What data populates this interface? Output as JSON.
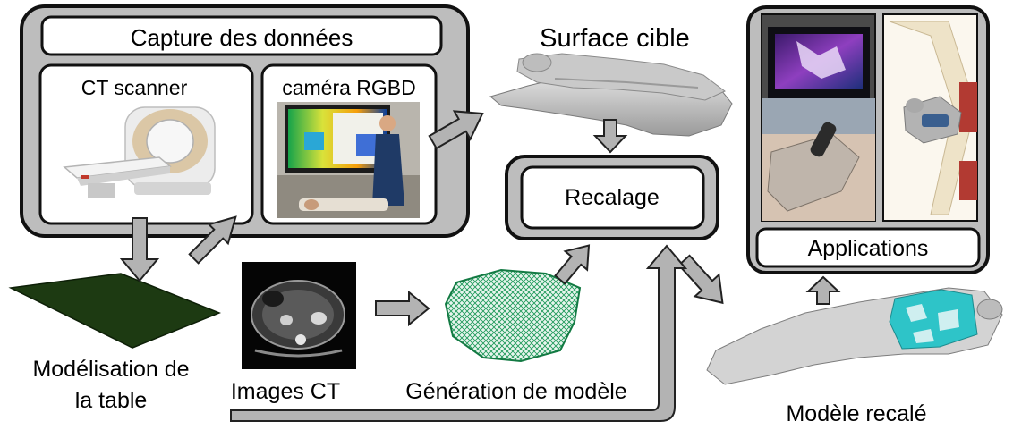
{
  "capture": {
    "title": "Capture des données",
    "ct_scanner_label": "CT scanner",
    "rgbd_label": "caméra RGBD"
  },
  "target_surface_label": "Surface cible",
  "registration_label": "Recalage",
  "applications_label": "Applications",
  "table_model_label_line1": "Modélisation de",
  "table_model_label_line2": "la table",
  "ct_images_label": "Images CT",
  "model_generation_label": "Génération de modèle",
  "registered_model_label": "Modèle recalé",
  "colors": {
    "panel_gray": "#bdbdbd",
    "arrow_gray": "#b3b3b3",
    "table_green": "#1d3a12",
    "mesh_green": "#1f9a5a",
    "overlay_cyan": "#2ec4c8"
  }
}
